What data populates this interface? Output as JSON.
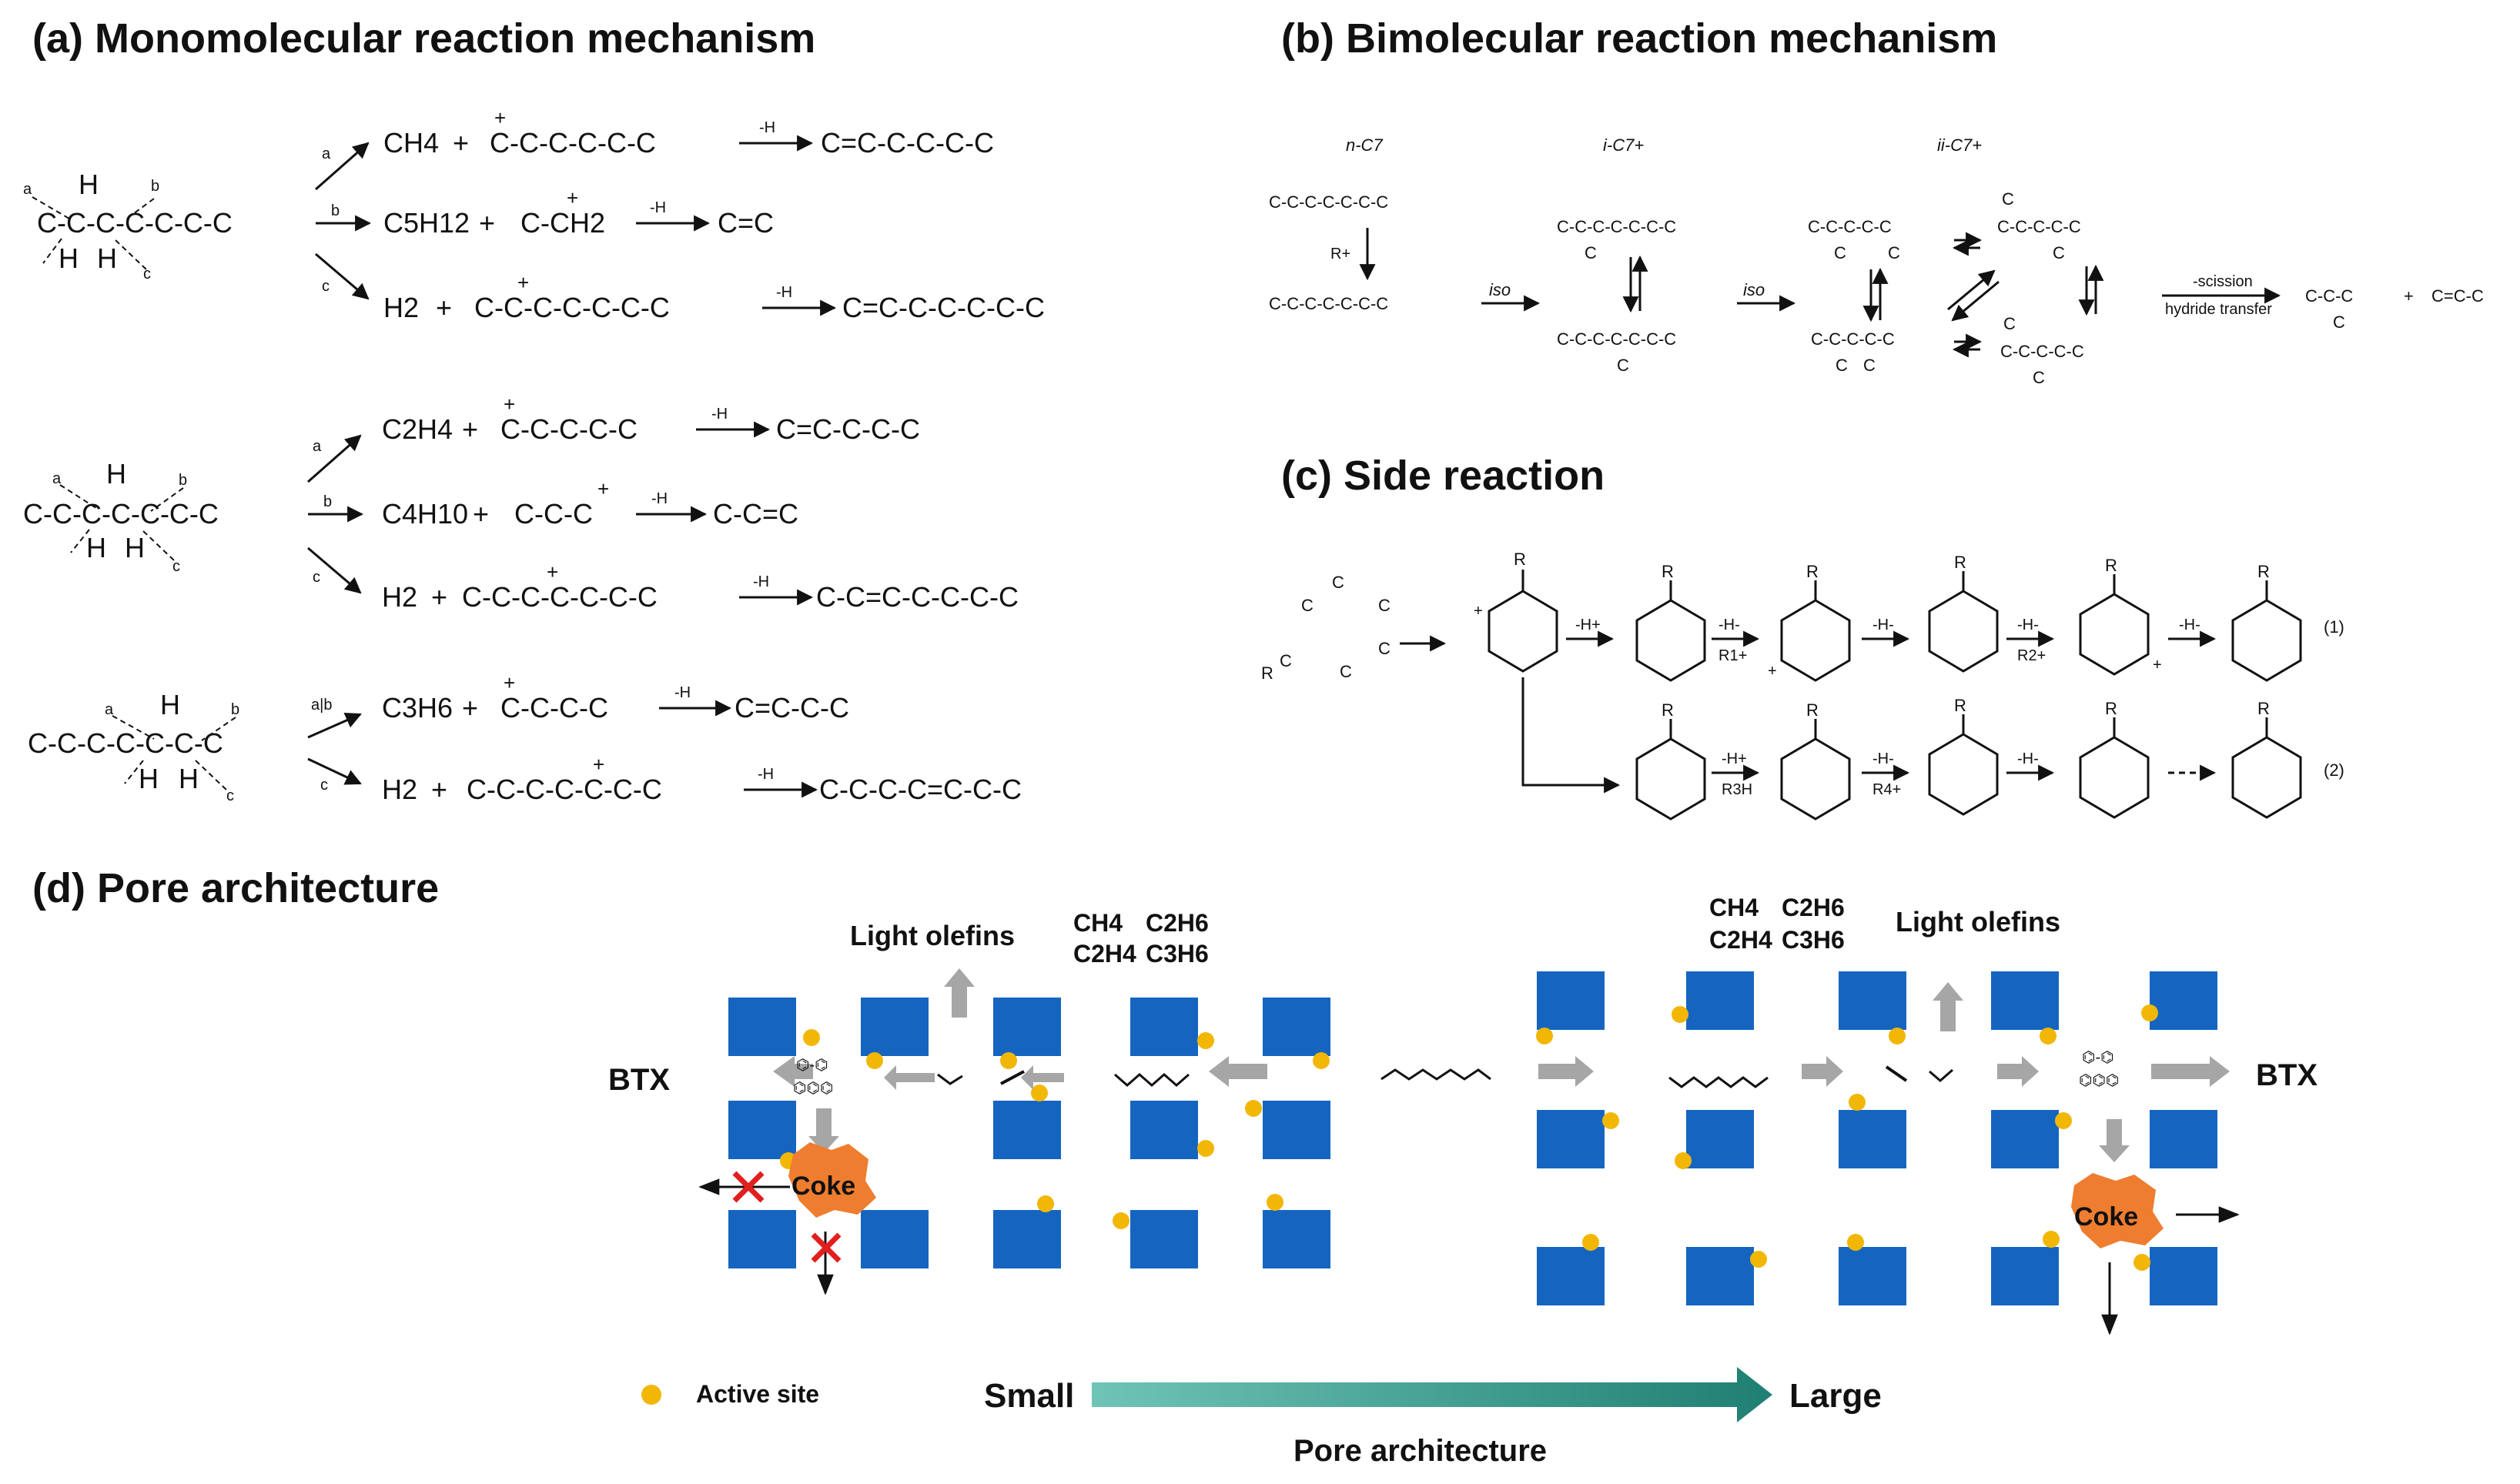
{
  "panels": {
    "a_title": "(a) Monomolecular reaction mechanism",
    "b_title": "(b) Bimolecular reaction mechanism",
    "c_title": "(c) Side reaction",
    "d_title": "(d) Pore architecture"
  },
  "mono": {
    "group1": {
      "molecule": "C-C-C-C-C-C-C",
      "r1": {
        "label": "a",
        "product": "CH4",
        "ion": "C-C-C-C-C-C",
        "step": "-H",
        "final": "C=C-C-C-C-C"
      },
      "r2": {
        "label": "b",
        "product": "C5H12",
        "ion": "C-CH2",
        "step": "-H",
        "final": "C=C"
      },
      "r3": {
        "label": "c",
        "product": "H2",
        "ion": "C-C-C-C-C-C-C",
        "step": "-H",
        "final": "C=C-C-C-C-C-C"
      }
    },
    "group2": {
      "molecule": "C-C-C-C-C-C-C",
      "r1": {
        "label": "a",
        "product": "C2H4",
        "ion": "C-C-C-C-C",
        "step": "-H",
        "final": "C=C-C-C-C"
      },
      "r2": {
        "label": "b",
        "product": "C4H10",
        "ion": "C-C-C",
        "step": "-H",
        "final": "C-C=C"
      },
      "r3": {
        "label": "c",
        "product": "H2",
        "ion": "C-C-C-C-C-C-C",
        "step": "-H",
        "final": "C-C=C-C-C-C-C"
      }
    },
    "group3": {
      "molecule": "C-C-C-C-C-C-C",
      "r1": {
        "label": "a|b",
        "product": "C3H6",
        "ion": "C-C-C-C",
        "step": "-H",
        "final": "C=C-C-C"
      },
      "r2": {
        "label": "c",
        "product": "H2",
        "ion": "C-C-C-C-C-C-C",
        "step": "-H",
        "final": "C-C-C-C=C-C-C"
      }
    }
  },
  "bimo": {
    "n_label": "n-C7",
    "i_label": "i-C7+",
    "ii_label": "ii-C7+",
    "chain": "C-C-C-C-C-C-C",
    "r_plus": "R+",
    "iso": "iso",
    "scission": "-scission",
    "hydride": "hydride transfer",
    "prod1": "C-C-C",
    "plus": "+",
    "prod2": "C=C-C"
  },
  "side": {
    "r": "R",
    "h_plus": "-H+",
    "h_minus": "-H-",
    "r1": "R1+",
    "r2": "R2+",
    "r3h": "R3H",
    "r4": "R4+",
    "eq1": "(1)",
    "eq2": "(2)"
  },
  "pore": {
    "btx": "BTX",
    "light_olefins": "Light olefins",
    "ch4": "CH4",
    "c2h6": "C2H6",
    "c2h4": "C2H4",
    "c3h6": "C3H6",
    "coke": "Coke",
    "active_site": "Active site",
    "small": "Small",
    "large": "Large",
    "axis": "Pore architecture"
  },
  "colors": {
    "block": "#1565c0",
    "site": "#f2b705",
    "coke": "#ef7d2f",
    "gray_arrow": "#a6a6a6",
    "axis_arrow": "#2a8a7e",
    "cross": "#e01f1f"
  }
}
